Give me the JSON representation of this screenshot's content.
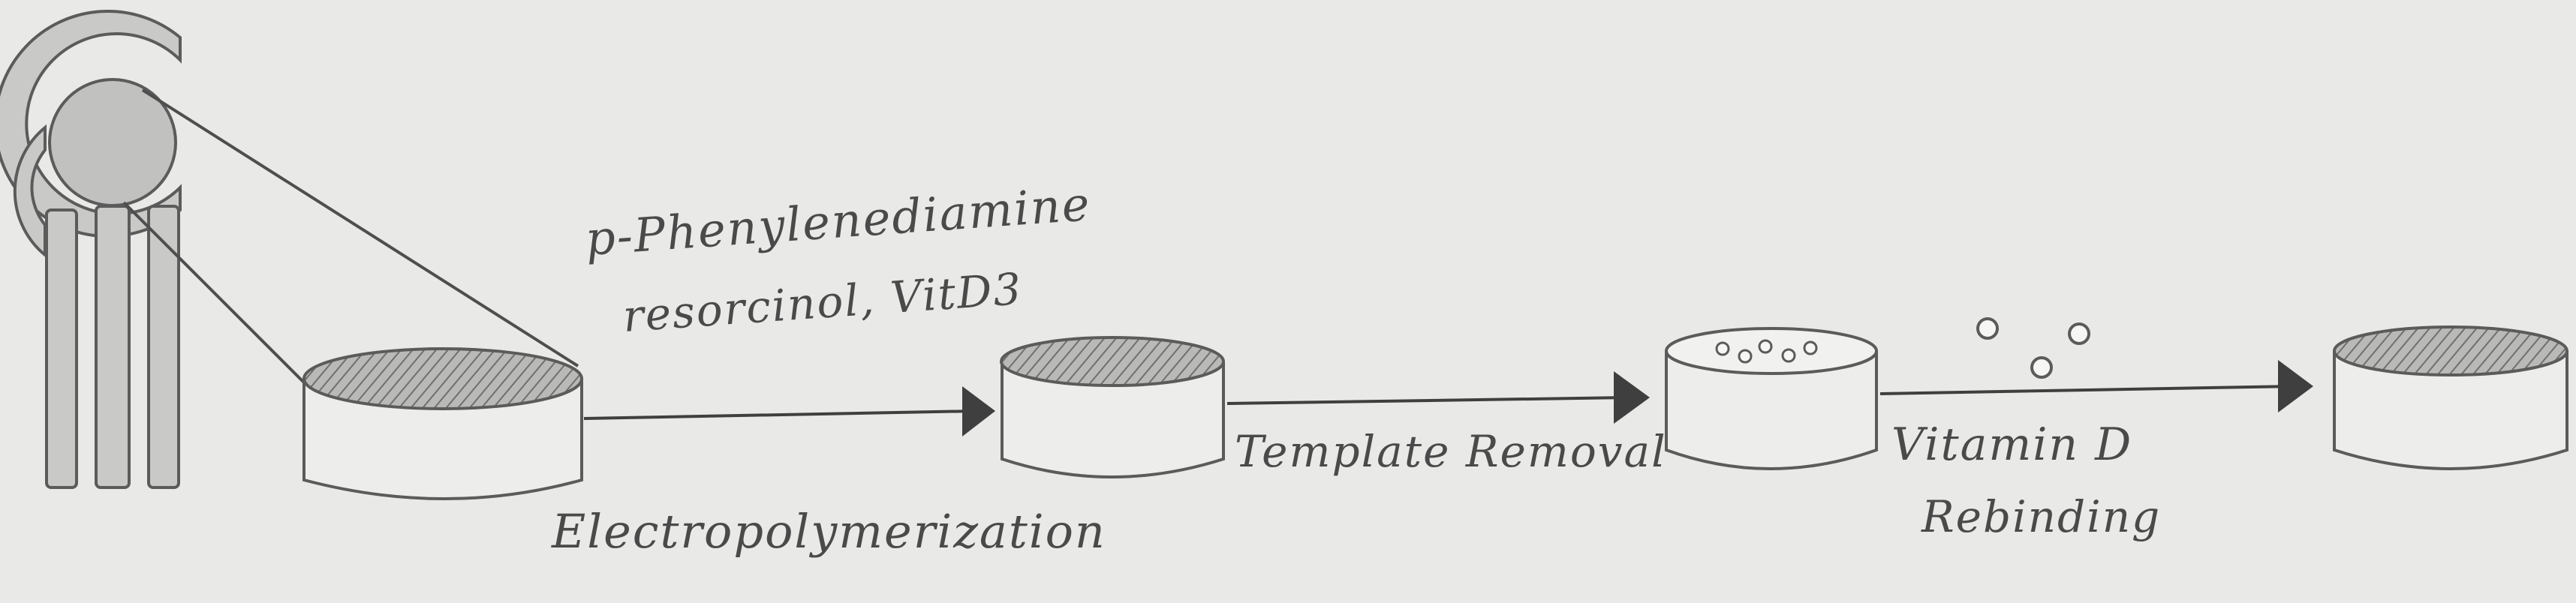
{
  "labels": {
    "reagent_line1": "p-Phenylenediamine",
    "reagent_line2": "resorcinol, VitD3",
    "step1": "Electropolymerization",
    "step2": "Template Removal",
    "step3_line1": "Vitamin D",
    "step3_line2": "Rebinding"
  },
  "colors": {
    "background": "#e9e9e7",
    "pencil": "#5b5b5b",
    "shading": "#9c9c9c",
    "electrode_fill": "#c9cac8",
    "arrowhead": "#3f3f3f"
  },
  "icons": {
    "electrode": "screen-printed-electrode-icon",
    "polymer_disc": "electrode-disc",
    "molecules": "vitamin-d-molecule-circles"
  }
}
